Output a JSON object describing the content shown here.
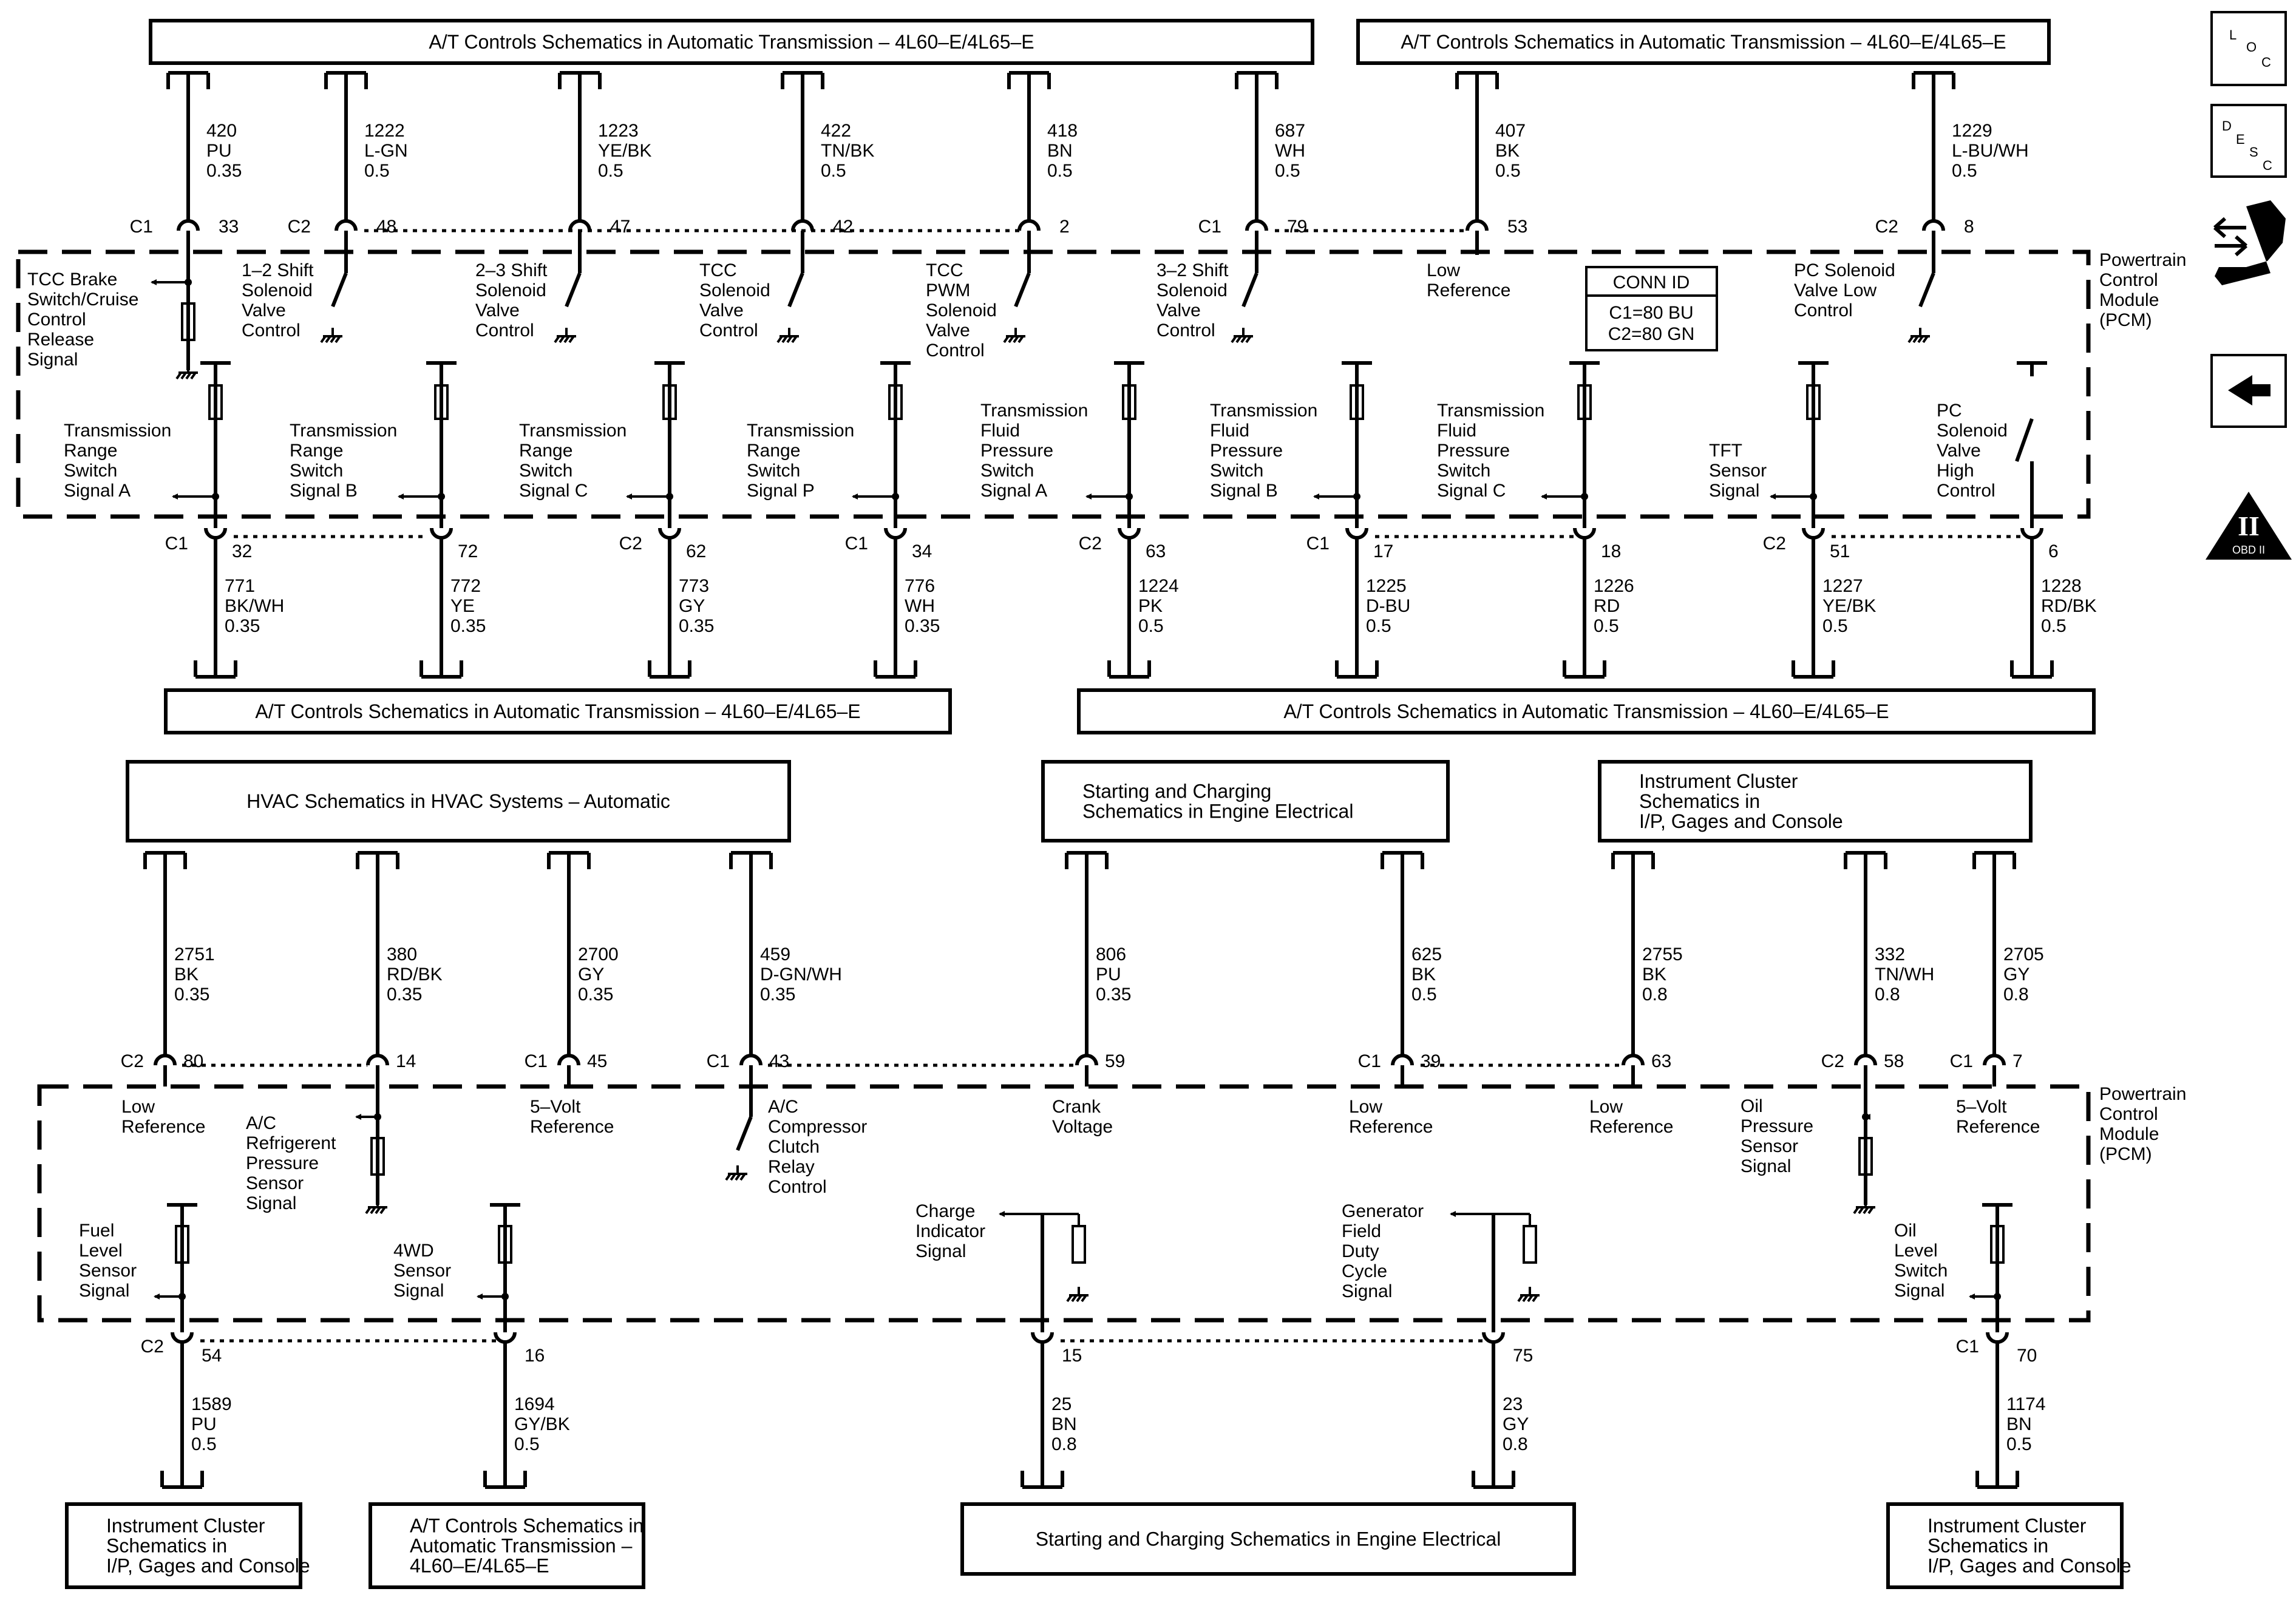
{
  "reference_boxes": [
    {
      "id": "ref-top-1",
      "lines": [
        "A/T Controls Schematics in Automatic Transmission – 4L60–E/4L65–E"
      ]
    },
    {
      "id": "ref-top-2",
      "lines": [
        "A/T Controls Schematics in Automatic Transmission – 4L60–E/4L65–E"
      ]
    },
    {
      "id": "ref-mid-1",
      "lines": [
        "A/T Controls Schematics in Automatic Transmission – 4L60–E/4L65–E"
      ]
    },
    {
      "id": "ref-mid-2",
      "lines": [
        "A/T Controls Schematics in Automatic Transmission – 4L60–E/4L65–E"
      ]
    },
    {
      "id": "ref-hvac",
      "lines": [
        "HVAC Schematics in HVAC Systems – Automatic"
      ]
    },
    {
      "id": "ref-start-top",
      "lines": [
        "Starting and Charging",
        "Schematics in Engine Electrical"
      ]
    },
    {
      "id": "ref-ic-top",
      "lines": [
        "Instrument Cluster",
        "Schematics in",
        "I/P, Gages and Console"
      ]
    },
    {
      "id": "ref-ic-bl",
      "lines": [
        "Instrument Cluster",
        "Schematics in",
        "I/P, Gages and Console"
      ]
    },
    {
      "id": "ref-at-bl",
      "lines": [
        "A/T Controls Schematics in",
        "Automatic Transmission –",
        "4L60–E/4L65–E"
      ]
    },
    {
      "id": "ref-start-bot",
      "lines": [
        "Starting and Charging Schematics in Engine Electrical"
      ]
    },
    {
      "id": "ref-ic-br",
      "lines": [
        "Instrument Cluster",
        "Schematics in",
        "I/P, Gages and Console"
      ]
    }
  ],
  "pcm_label": [
    "Powertrain",
    "Control",
    "Module",
    "(PCM)"
  ],
  "conn_id": {
    "title": "CONN ID",
    "c1": "C1=80 BU",
    "c2": "C2=80 GN"
  },
  "nav": {
    "loc": [
      "L",
      "O",
      "C"
    ],
    "desc": [
      "D",
      "E",
      "S",
      "C"
    ],
    "obd": "OBD II",
    "obd_mark": "II"
  },
  "section1_top_wires": [
    {
      "circuit": "420",
      "color": "PU",
      "size": "0.35",
      "conn": "C1",
      "pin": "33",
      "func": [
        "TCC Brake",
        "Switch/Cruise",
        "Control",
        "Release",
        "Signal"
      ]
    },
    {
      "circuit": "1222",
      "color": "L-GN",
      "size": "0.5",
      "conn": "C2",
      "pin": "48",
      "func": [
        "1–2 Shift",
        "Solenoid",
        "Valve",
        "Control"
      ]
    },
    {
      "circuit": "1223",
      "color": "YE/BK",
      "size": "0.5",
      "conn": "",
      "pin": "47",
      "func": [
        "2–3 Shift",
        "Solenoid",
        "Valve",
        "Control"
      ]
    },
    {
      "circuit": "422",
      "color": "TN/BK",
      "size": "0.5",
      "conn": "",
      "pin": "42",
      "func": [
        "TCC",
        "Solenoid",
        "Valve",
        "Control"
      ]
    },
    {
      "circuit": "418",
      "color": "BN",
      "size": "0.5",
      "conn": "",
      "pin": "2",
      "func": [
        "TCC",
        "PWM",
        "Solenoid",
        "Valve",
        "Control"
      ]
    },
    {
      "circuit": "687",
      "color": "WH",
      "size": "0.5",
      "conn": "C1",
      "pin": "79",
      "func": [
        "3–2 Shift",
        "Solenoid",
        "Valve",
        "Control"
      ]
    },
    {
      "circuit": "407",
      "color": "BK",
      "size": "0.5",
      "conn": "",
      "pin": "53",
      "func": [
        "Low",
        "Reference"
      ]
    },
    {
      "circuit": "1229",
      "color": "L-BU/WH",
      "size": "0.5",
      "conn": "C2",
      "pin": "8",
      "func": [
        "PC Solenoid",
        "Valve Low",
        "Control"
      ]
    }
  ],
  "section1_bottom_wires": [
    {
      "circuit": "771",
      "color": "BK/WH",
      "size": "0.35",
      "conn": "C1",
      "pin": "32",
      "func": [
        "Transmission",
        "Range",
        "Switch",
        "Signal A"
      ]
    },
    {
      "circuit": "772",
      "color": "YE",
      "size": "0.35",
      "conn": "",
      "pin": "72",
      "func": [
        "Transmission",
        "Range",
        "Switch",
        "Signal B"
      ]
    },
    {
      "circuit": "773",
      "color": "GY",
      "size": "0.35",
      "conn": "C2",
      "pin": "62",
      "func": [
        "Transmission",
        "Range",
        "Switch",
        "Signal C"
      ]
    },
    {
      "circuit": "776",
      "color": "WH",
      "size": "0.35",
      "conn": "C1",
      "pin": "34",
      "func": [
        "Transmission",
        "Range",
        "Switch",
        "Signal P"
      ]
    },
    {
      "circuit": "1224",
      "color": "PK",
      "size": "0.5",
      "conn": "C2",
      "pin": "63",
      "func": [
        "Transmission",
        "Fluid",
        "Pressure",
        "Switch",
        "Signal A"
      ]
    },
    {
      "circuit": "1225",
      "color": "D-BU",
      "size": "0.5",
      "conn": "C1",
      "pin": "17",
      "func": [
        "Transmission",
        "Fluid",
        "Pressure",
        "Switch",
        "Signal B"
      ]
    },
    {
      "circuit": "1226",
      "color": "RD",
      "size": "0.5",
      "conn": "",
      "pin": "18",
      "func": [
        "Transmission",
        "Fluid",
        "Pressure",
        "Switch",
        "Signal C"
      ]
    },
    {
      "circuit": "1227",
      "color": "YE/BK",
      "size": "0.5",
      "conn": "C2",
      "pin": "51",
      "func": [
        "TFT",
        "Sensor",
        "Signal"
      ]
    },
    {
      "circuit": "1228",
      "color": "RD/BK",
      "size": "0.5",
      "conn": "",
      "pin": "6",
      "func": [
        "PC",
        "Solenoid",
        "Valve",
        "High",
        "Control"
      ]
    }
  ],
  "section2_top_wires": [
    {
      "circuit": "2751",
      "color": "BK",
      "size": "0.35",
      "conn": "C2",
      "pin": "80",
      "func": [
        "Low",
        "Reference"
      ]
    },
    {
      "circuit": "380",
      "color": "RD/BK",
      "size": "0.35",
      "conn": "",
      "pin": "14",
      "func": [
        "A/C",
        "Refrigerent",
        "Pressure",
        "Sensor",
        "Signal"
      ]
    },
    {
      "circuit": "2700",
      "color": "GY",
      "size": "0.35",
      "conn": "C1",
      "pin": "45",
      "func": [
        "5–Volt",
        "Reference"
      ]
    },
    {
      "circuit": "459",
      "color": "D-GN/WH",
      "size": "0.35",
      "conn": "C1",
      "pin": "43",
      "func": [
        "A/C",
        "Compressor",
        "Clutch",
        "Relay",
        "Control"
      ]
    },
    {
      "circuit": "806",
      "color": "PU",
      "size": "0.35",
      "conn": "",
      "pin": "59",
      "func": [
        "Crank",
        "Voltage"
      ]
    },
    {
      "circuit": "625",
      "color": "BK",
      "size": "0.5",
      "conn": "C1",
      "pin": "39",
      "func": [
        "Low",
        "Reference"
      ]
    },
    {
      "circuit": "2755",
      "color": "BK",
      "size": "0.8",
      "conn": "",
      "pin": "63",
      "func": [
        "Low",
        "Reference"
      ]
    },
    {
      "circuit": "332",
      "color": "TN/WH",
      "size": "0.8",
      "conn": "C2",
      "pin": "58",
      "func": [
        "Oil",
        "Pressure",
        "Sensor",
        "Signal"
      ]
    },
    {
      "circuit": "2705",
      "color": "GY",
      "size": "0.8",
      "conn": "C1",
      "pin": "7",
      "func": [
        "5–Volt",
        "Reference"
      ]
    }
  ],
  "section2_bottom_wires": [
    {
      "circuit": "1589",
      "color": "PU",
      "size": "0.5",
      "conn": "C2",
      "pin": "54",
      "func": [
        "Fuel",
        "Level",
        "Sensor",
        "Signal"
      ]
    },
    {
      "circuit": "1694",
      "color": "GY/BK",
      "size": "0.5",
      "conn": "",
      "pin": "16",
      "func": [
        "4WD",
        "Sensor",
        "Signal"
      ]
    },
    {
      "circuit": "25",
      "color": "BN",
      "size": "0.8",
      "conn": "",
      "pin": "15",
      "func": [
        "Charge",
        "Indicator",
        "Signal"
      ]
    },
    {
      "circuit": "23",
      "color": "GY",
      "size": "0.8",
      "conn": "",
      "pin": "75",
      "func": [
        "Generator",
        "Field",
        "Duty",
        "Cycle",
        "Signal"
      ]
    },
    {
      "circuit": "1174",
      "color": "BN",
      "size": "0.5",
      "conn": "C1",
      "pin": "70",
      "func": [
        "Oil",
        "Level",
        "Switch",
        "Signal"
      ]
    }
  ]
}
